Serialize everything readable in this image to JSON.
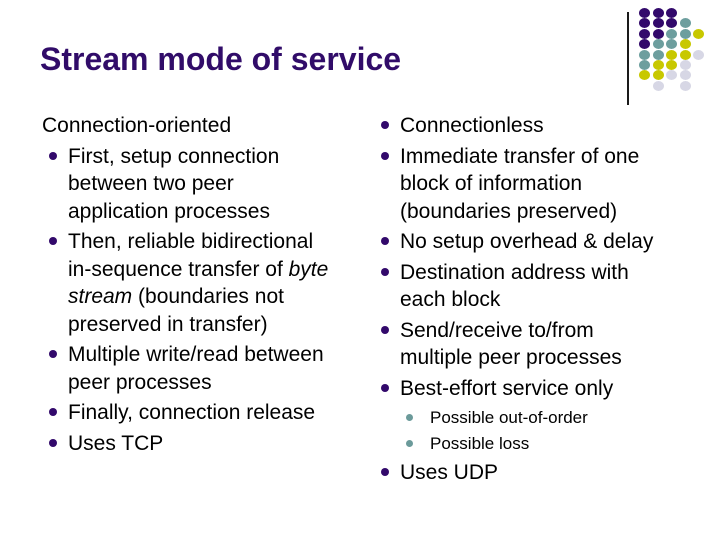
{
  "title": "Stream mode of service",
  "left": {
    "header": "Connection-oriented",
    "items": [
      {
        "text": "First, setup connection\nbetween two peer\napplication processes"
      },
      {
        "pre": "Then, reliable bidirectional\nin-sequence transfer of ",
        "italic": "byte\nstream",
        "post": " (boundaries not\npreserved in transfer)"
      },
      {
        "text": "Multiple write/read between\npeer processes"
      },
      {
        "text": "Finally, connection release"
      },
      {
        "text": "Uses TCP"
      }
    ]
  },
  "right": {
    "items": [
      {
        "text": "Connectionless"
      },
      {
        "text": "Immediate transfer of one\nblock of information\n(boundaries preserved)"
      },
      {
        "text": "No setup overhead & delay"
      },
      {
        "text": "Destination address with\neach block"
      },
      {
        "text": "Send/receive to/from\nmultiple peer processes"
      },
      {
        "text": "Best-effort service only"
      },
      {
        "text": "Uses UDP"
      }
    ],
    "sub_items": [
      {
        "text": "Possible out-of-order"
      },
      {
        "text": "Possible loss"
      }
    ]
  },
  "colors": {
    "background": "#FFFFFF",
    "title": "#310C69",
    "text": "#000000",
    "bullet": "#32096B",
    "sub_bullet": "#6B9A9A",
    "line_color": "#1A1A1A"
  },
  "decoration": {
    "dot_colors": {
      "P": "#32096B",
      "T": "#6D9E9E",
      "Y": "#C8C800",
      "G": "#D7D7E5"
    },
    "dot_rows": [
      "PPP..",
      "PPPT.",
      "PPTTY",
      "PTTY.",
      "TTYYG",
      "TYYG.",
      "YYGG.",
      ".G.G."
    ],
    "col_pitch": 13.5,
    "row_pitch": 10.4
  }
}
